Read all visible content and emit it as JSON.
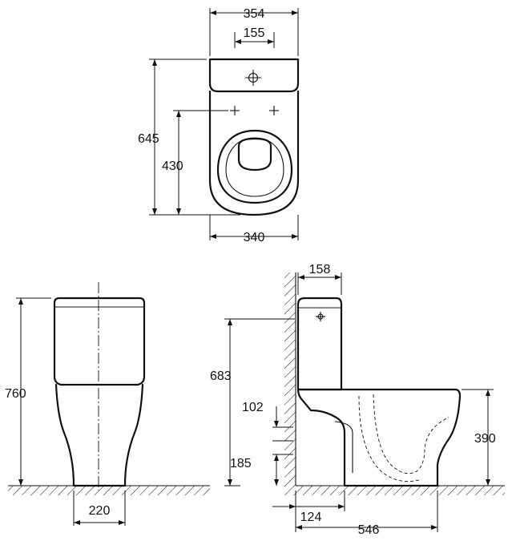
{
  "dimensions": {
    "top_overall_width": "354",
    "top_hole_spacing": "155",
    "top_overall_length": "645",
    "top_seat_length": "430",
    "top_bowl_width": "340",
    "front_height": "760",
    "front_base_width": "220",
    "side_tank_depth": "158",
    "side_seat_height_total": "683",
    "side_inlet_height": "102",
    "side_outlet_height": "185",
    "side_bowl_height": "390",
    "side_outlet_offset": "124",
    "side_total_depth": "546"
  }
}
